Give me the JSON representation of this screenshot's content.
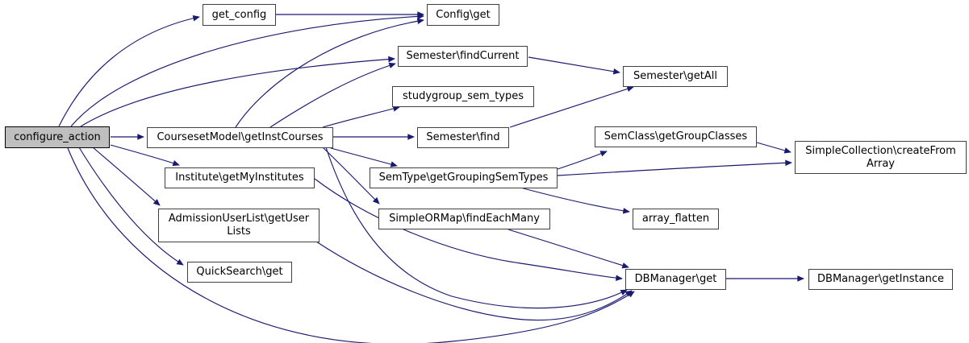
{
  "graph": {
    "type": "call-graph",
    "background_color": "#ffffff",
    "edge_color": "#191970",
    "node_border_color": "#404040",
    "highlight_node_fill": "#bfbfbf",
    "nodes": [
      {
        "id": "configure_action",
        "label": "configure_action",
        "highlighted": true
      },
      {
        "id": "get_config",
        "label": "get_config",
        "highlighted": false
      },
      {
        "id": "config_get",
        "label": "Config\\get",
        "highlighted": false
      },
      {
        "id": "semester_findcurrent",
        "label": "Semester\\findCurrent",
        "highlighted": false
      },
      {
        "id": "studygroup_sem_types",
        "label": "studygroup_sem_types",
        "highlighted": false
      },
      {
        "id": "coursesetmodel_getinstcourses",
        "label": "CoursesetModel\\getInstCourses",
        "highlighted": false
      },
      {
        "id": "semester_find",
        "label": "Semester\\find",
        "highlighted": false
      },
      {
        "id": "semester_getall",
        "label": "Semester\\getAll",
        "highlighted": false
      },
      {
        "id": "semclass_getgroupclasses",
        "label": "SemClass\\getGroupClasses",
        "highlighted": false
      },
      {
        "id": "simplecollection_createfromarray",
        "label": "SimpleCollection\\createFrom\nArray",
        "highlighted": false
      },
      {
        "id": "institute_getmyinstitutes",
        "label": "Institute\\getMyInstitutes",
        "highlighted": false
      },
      {
        "id": "semtype_getgroupingsemtypes",
        "label": "SemType\\getGroupingSemTypes",
        "highlighted": false
      },
      {
        "id": "admissionuserlist_getuserlists",
        "label": "AdmissionUserList\\getUser\nLists",
        "highlighted": false
      },
      {
        "id": "simpleormap_findeachmany",
        "label": "SimpleORMap\\findEachMany",
        "highlighted": false
      },
      {
        "id": "array_flatten",
        "label": "array_flatten",
        "highlighted": false
      },
      {
        "id": "quicksearch_get",
        "label": "QuickSearch\\get",
        "highlighted": false
      },
      {
        "id": "dbmanager_get",
        "label": "DBManager\\get",
        "highlighted": false
      },
      {
        "id": "dbmanager_getinstance",
        "label": "DBManager\\getInstance",
        "highlighted": false
      }
    ],
    "edges": [
      {
        "from": "configure_action",
        "to": "get_config"
      },
      {
        "from": "configure_action",
        "to": "config_get"
      },
      {
        "from": "configure_action",
        "to": "semester_findcurrent"
      },
      {
        "from": "configure_action",
        "to": "coursesetmodel_getinstcourses"
      },
      {
        "from": "configure_action",
        "to": "institute_getmyinstitutes"
      },
      {
        "from": "configure_action",
        "to": "admissionuserlist_getuserlists"
      },
      {
        "from": "configure_action",
        "to": "quicksearch_get"
      },
      {
        "from": "configure_action",
        "to": "dbmanager_get"
      },
      {
        "from": "get_config",
        "to": "config_get"
      },
      {
        "from": "coursesetmodel_getinstcourses",
        "to": "config_get"
      },
      {
        "from": "coursesetmodel_getinstcourses",
        "to": "semester_findcurrent"
      },
      {
        "from": "coursesetmodel_getinstcourses",
        "to": "studygroup_sem_types"
      },
      {
        "from": "coursesetmodel_getinstcourses",
        "to": "semester_find"
      },
      {
        "from": "coursesetmodel_getinstcourses",
        "to": "semtype_getgroupingsemtypes"
      },
      {
        "from": "coursesetmodel_getinstcourses",
        "to": "simpleormap_findeachmany"
      },
      {
        "from": "coursesetmodel_getinstcourses",
        "to": "dbmanager_get"
      },
      {
        "from": "semester_findcurrent",
        "to": "semester_getall"
      },
      {
        "from": "semester_find",
        "to": "semester_getall"
      },
      {
        "from": "semtype_getgroupingsemtypes",
        "to": "semclass_getgroupclasses"
      },
      {
        "from": "semtype_getgroupingsemtypes",
        "to": "simplecollection_createfromarray"
      },
      {
        "from": "semtype_getgroupingsemtypes",
        "to": "array_flatten"
      },
      {
        "from": "semclass_getgroupclasses",
        "to": "simplecollection_createfromarray"
      },
      {
        "from": "institute_getmyinstitutes",
        "to": "dbmanager_get"
      },
      {
        "from": "admissionuserlist_getuserlists",
        "to": "dbmanager_get"
      },
      {
        "from": "simpleormap_findeachmany",
        "to": "dbmanager_get"
      },
      {
        "from": "dbmanager_get",
        "to": "dbmanager_getinstance"
      }
    ]
  }
}
